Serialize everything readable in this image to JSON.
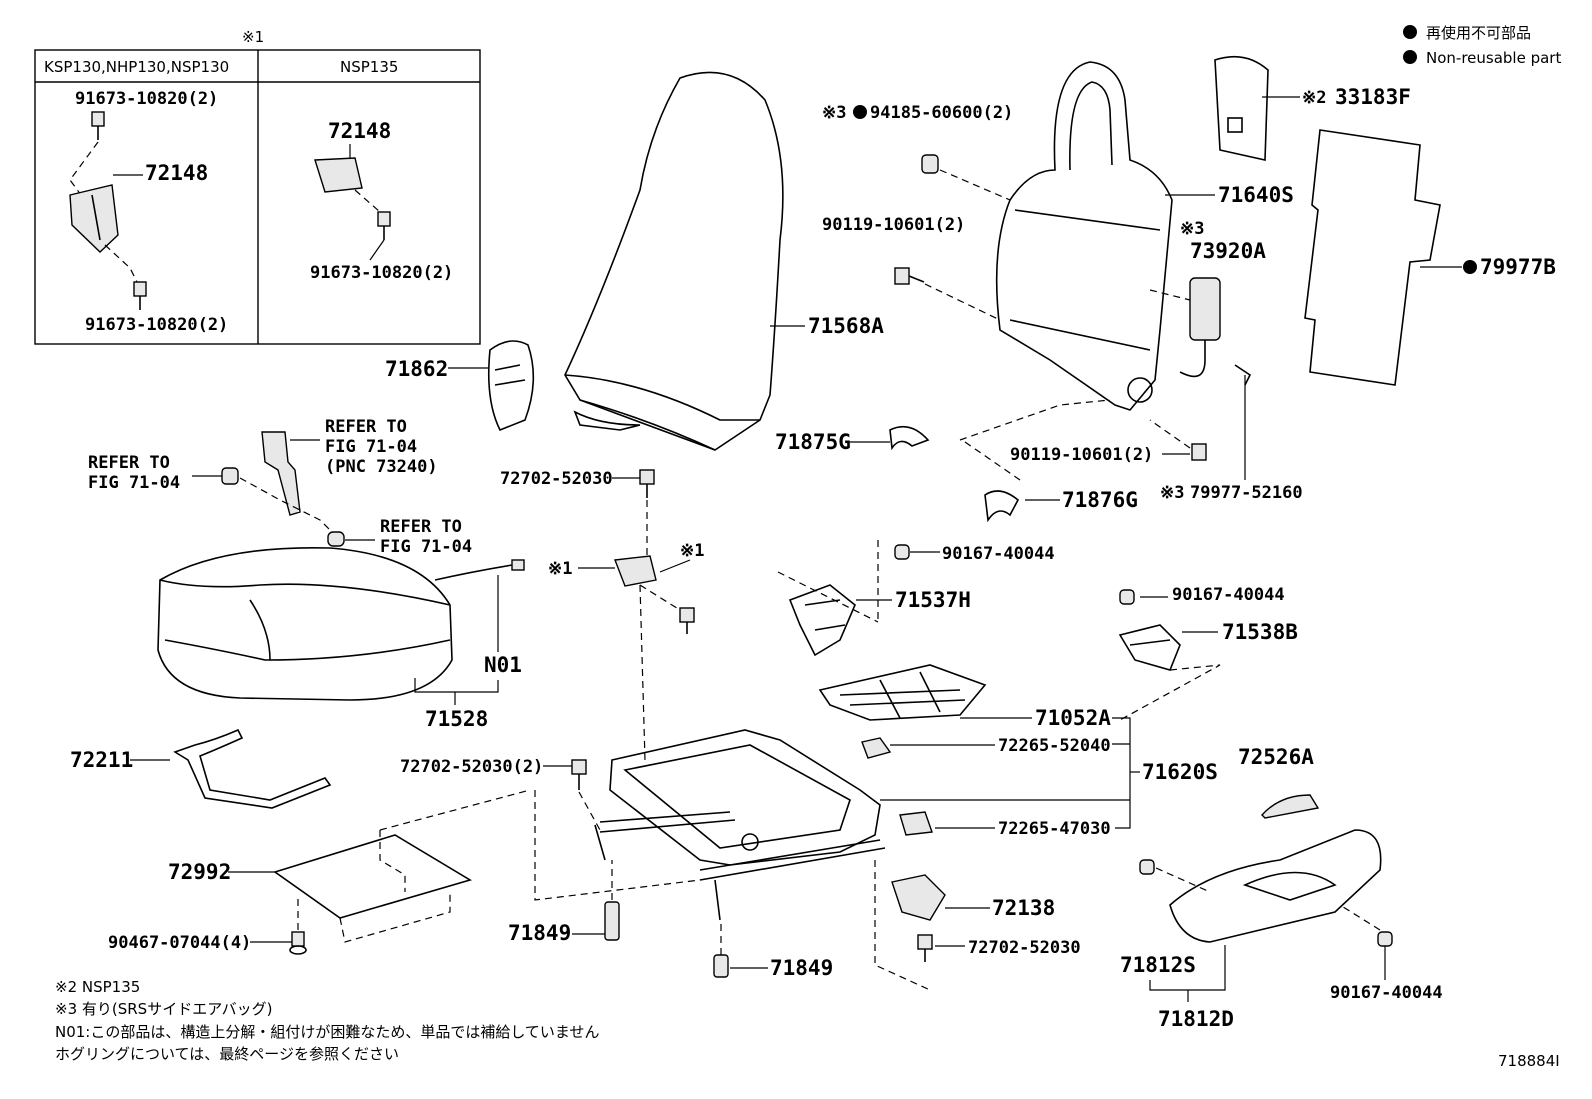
{
  "legend": {
    "non_reusable_ja": "再使用不可部品",
    "non_reusable_en": "Non-reusable part"
  },
  "inset": {
    "mark": "※1",
    "col1_header": "KSP130,NHP130,NSP130",
    "col2_header": "NSP135",
    "col1_labels": [
      "91673-10820(2)",
      "72148",
      "91673-10820(2)"
    ],
    "col2_labels": [
      "72148",
      "91673-10820(2)"
    ]
  },
  "labels": {
    "p71568A": "71568A",
    "p71862": "71862",
    "p94185": "94185-60600(2)",
    "p94185_mark": "※3",
    "p71640S": "71640S",
    "p33183F": "33183F",
    "p33183F_mark": "※2",
    "p90119a": "90119-10601(2)",
    "p73920A": "73920A",
    "p73920A_mark": "※3",
    "p79977B": "79977B",
    "p71875G": "71875G",
    "p90119b": "90119-10601(2)",
    "p79977_52160": "79977-52160",
    "p79977_52160_mark": "※3",
    "p71876G": "71876G",
    "refer1_l1": "REFER TO",
    "refer1_l2": "FIG 71-04",
    "refer1_l3": "(PNC 73240)",
    "refer2_l1": "REFER TO",
    "refer2_l2": "FIG 71-04",
    "refer3_l1": "REFER TO",
    "refer3_l2": "FIG 71-04",
    "p72702_top": "72702-52030",
    "mark1_left": "※1",
    "mark1_right": "※1",
    "p90167_a": "90167-40044",
    "p71537H": "71537H",
    "p90167_b": "90167-40044",
    "p71538B": "71538B",
    "pN01": "N01",
    "p71528": "71528",
    "p71052A": "71052A",
    "p72265_52040": "72265-52040",
    "p71620S": "71620S",
    "p72526A": "72526A",
    "p72211": "72211",
    "p72702_2": "72702-52030(2)",
    "p72265_47030": "72265-47030",
    "p72992": "72992",
    "p72138": "72138",
    "p90467": "90467-07044(4)",
    "p71849a": "71849",
    "p71849b": "71849",
    "p72702_bottom": "72702-52030",
    "p71812S": "71812S",
    "p90167_c": "90167-40044",
    "p71812D": "71812D"
  },
  "notes": {
    "n2": "※2 NSP135",
    "n3": "※3 有り(SRSサイドエアバッグ)",
    "n01": "N01:この部品は、構造上分解・組付けが困難なため、単品では補給していません",
    "hog": "ホグリングについては、最終ページを参照ください"
  },
  "figure_id": "718884I"
}
